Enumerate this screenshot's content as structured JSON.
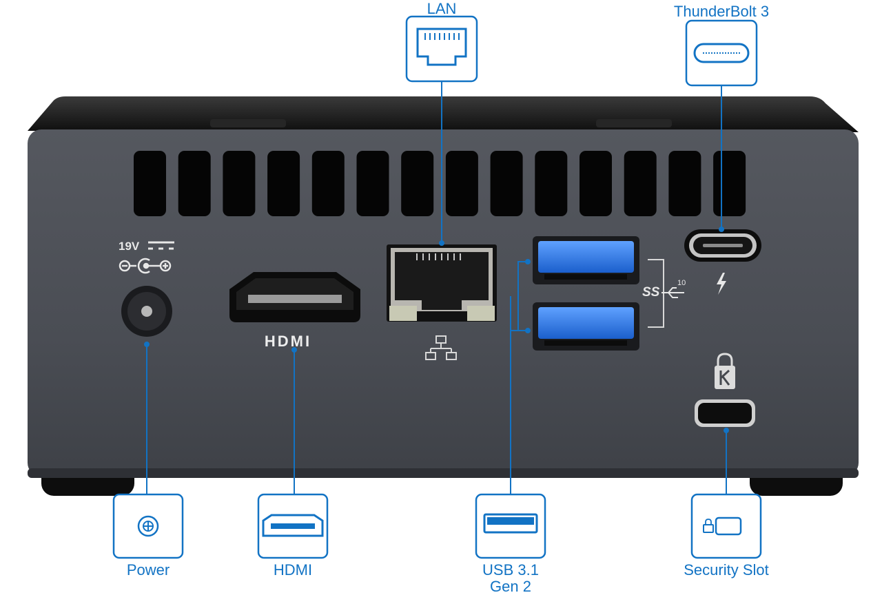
{
  "labels": {
    "lan": "LAN",
    "thunderbolt": "ThunderBolt 3",
    "power": "Power",
    "hdmi": "HDMI",
    "usb_line1": "USB 3.1",
    "usb_line2": "Gen 2",
    "security": "Security Slot"
  },
  "device_markings": {
    "voltage": "19V",
    "hdmi_logo": "HDMI",
    "usb_speed": "10",
    "usb_ss": "SS"
  },
  "colors": {
    "accent": "#1273c4",
    "chassis": "#4a4d54",
    "top": "#141414",
    "usb_port": "#2a6fd6"
  },
  "icons": [
    "ethernet-icon",
    "usb-c-icon",
    "power-icon",
    "hdmi-icon",
    "usb-a-icon",
    "lock-icon",
    "kensington-icon",
    "thunderbolt-icon",
    "network-icon"
  ]
}
